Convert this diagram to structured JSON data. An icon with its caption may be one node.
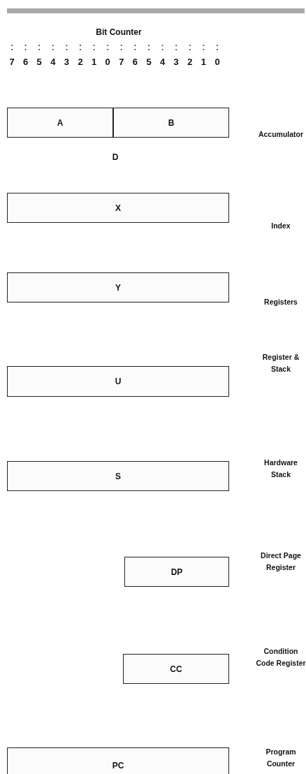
{
  "diagram": {
    "nodes": [
      {
        "text": [
          "A"
        ]
      },
      {
        "text": [
          "B"
        ]
      },
      {
        "text": [
          "X"
        ]
      },
      {
        "text": [
          "Y"
        ]
      },
      {
        "text": [
          "U"
        ]
      },
      {
        "text": [
          "S"
        ]
      },
      {
        "text": [
          "DP"
        ]
      },
      {
        "text": [
          "CC"
        ]
      },
      {
        "text": [
          "PC"
        ]
      }
    ],
    "labels": [
      "Bit Counter",
      "7",
      "6",
      "5",
      "4",
      "3",
      "2",
      "1",
      "0",
      "7",
      "6",
      "5",
      "4",
      "3",
      "2",
      "1",
      "0",
      "Accumulator",
      "D",
      "Index",
      "Registers",
      "Register & Stack",
      "Hardware Stack",
      "Direct Page Register",
      "Condition Code Register",
      "Program Counter"
    ]
  }
}
